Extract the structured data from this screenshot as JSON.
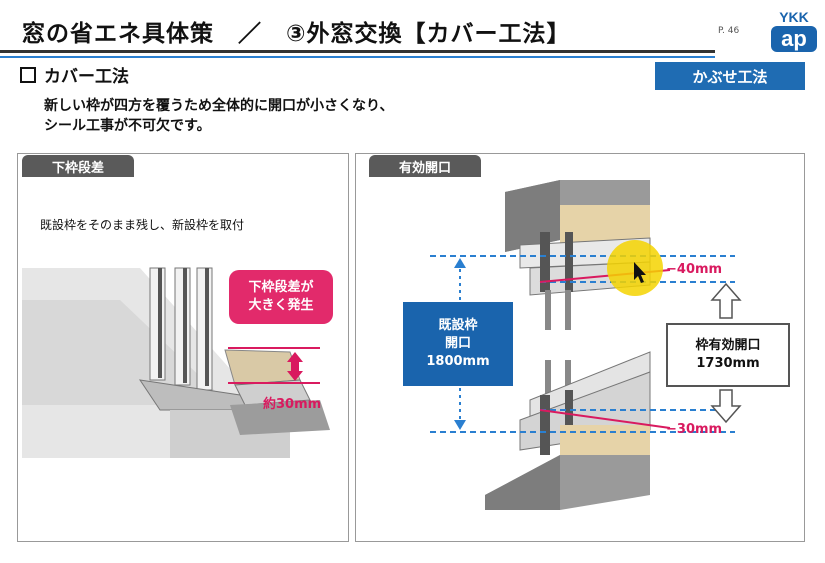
{
  "header": {
    "title": "窓の省エネ具体策　／　③外窓交換【カバー工法】",
    "page_number": "P. 46",
    "logo_top": "YKK",
    "logo_bottom": "ap"
  },
  "section": {
    "title": "カバー工法",
    "tag_label": "かぶせ工法",
    "description_line1": "新しい枠が四方を覆うため全体的に開口が小さくなり、",
    "description_line2": "シール工事が不可欠です。"
  },
  "left_panel": {
    "tab_label": "下枠段差",
    "caption": "既設枠をそのまま残し、新設枠を取付",
    "callout_line1": "下枠段差が",
    "callout_line2": "大きく発生",
    "step_label": "約30mm"
  },
  "right_panel": {
    "tab_label": "有効開口",
    "existing_line1": "既設枠",
    "existing_line2": "開口",
    "existing_value": "1800mm",
    "effective_line1": "枠有効開口",
    "effective_value": "1730mm",
    "top_reduction": "−40mm",
    "bottom_reduction": "−30mm"
  },
  "colors": {
    "accent_blue": "#1a64ad",
    "accent_pink": "#e22a6b",
    "highlight_yellow": "#f5d400"
  }
}
